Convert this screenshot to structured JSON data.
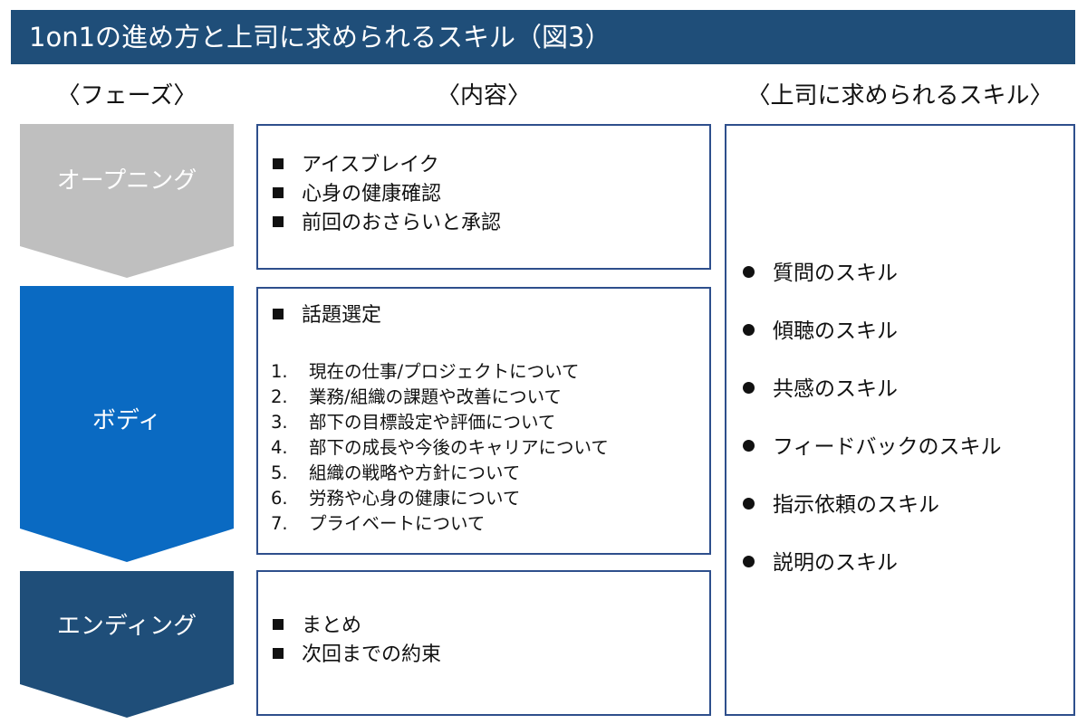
{
  "title": "1on1の進め方と上司に求められるスキル（図3）",
  "headers": {
    "phase": "〈フェーズ〉",
    "content": "〈内容〉",
    "skills": "〈上司に求められるスキル〉"
  },
  "phases": [
    {
      "label": "オープニング",
      "color": "#bfbfbf"
    },
    {
      "label": "ボディ",
      "color": "#0a6ac2"
    },
    {
      "label": "エンディング",
      "color": "#1f4e79"
    }
  ],
  "opening": {
    "items": [
      "アイスブレイク",
      "心身の健康確認",
      "前回のおさらいと承認"
    ]
  },
  "body": {
    "heading": "話題選定",
    "topics": [
      {
        "num": "1.",
        "text": "現在の仕事/プロジェクトについて"
      },
      {
        "num": "2.",
        "text": "業務/組織の課題や改善について"
      },
      {
        "num": "3.",
        "text": "部下の目標設定や評価について"
      },
      {
        "num": "4.",
        "text": "部下の成長や今後のキャリアについて"
      },
      {
        "num": "5.",
        "text": "組織の戦略や方針について"
      },
      {
        "num": "6.",
        "text": "労務や心身の健康について"
      },
      {
        "num": "7.",
        "text": "プライベートについて"
      }
    ]
  },
  "ending": {
    "items": [
      "まとめ",
      "次回までの約束"
    ]
  },
  "skills": [
    "質問のスキル",
    "傾聴のスキル",
    "共感のスキル",
    "フィードバックのスキル",
    "指示依頼のスキル",
    "説明のスキル"
  ],
  "colors": {
    "title_bg": "#1f4e79",
    "box_border": "#2e4f8c"
  }
}
